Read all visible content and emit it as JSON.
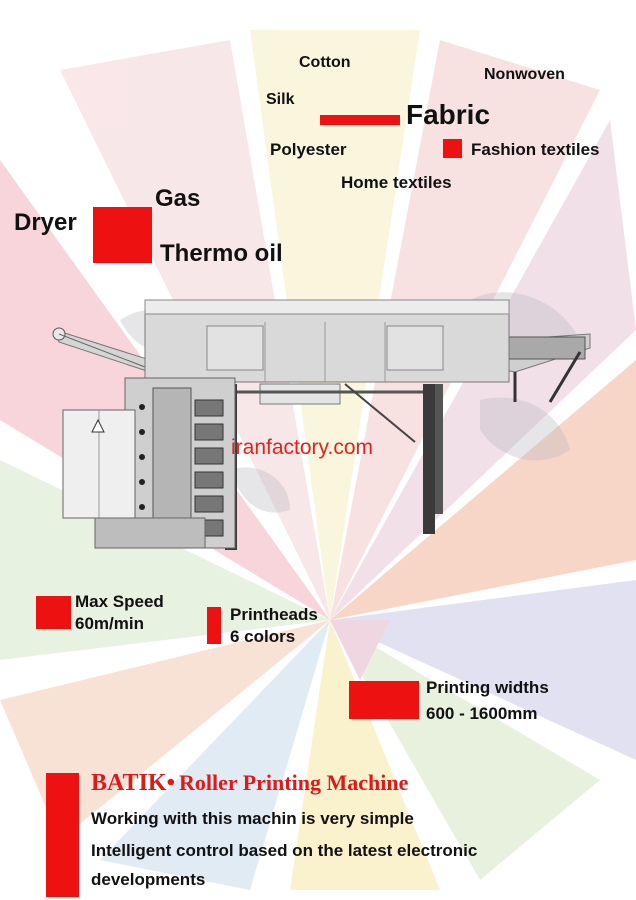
{
  "fabric": {
    "title": "Fabric",
    "types": [
      "Cotton",
      "Silk",
      "Polyester",
      "Home textiles",
      "Nonwoven",
      "Fashion textiles"
    ]
  },
  "dryer": {
    "title": "Dryer",
    "options": [
      "Gas",
      "Thermo oil"
    ]
  },
  "watermark": "iranfactory.com",
  "specs": {
    "speed": [
      "Max Speed",
      "60m/min"
    ],
    "printheads": [
      "Printheads",
      "6 colors"
    ],
    "widths": [
      "Printing widths",
      "600 - 1600mm"
    ]
  },
  "footer": {
    "brand": "BATIK",
    "product": "Roller Printing Machine",
    "lines": [
      "Working with this machin is very simple",
      "Intelligent control based on the latest electronic",
      "developments"
    ]
  },
  "colors": {
    "accent": "#ee1111",
    "brand_text": "#dd1a1a",
    "machine_gray": "#c8c8c8"
  }
}
